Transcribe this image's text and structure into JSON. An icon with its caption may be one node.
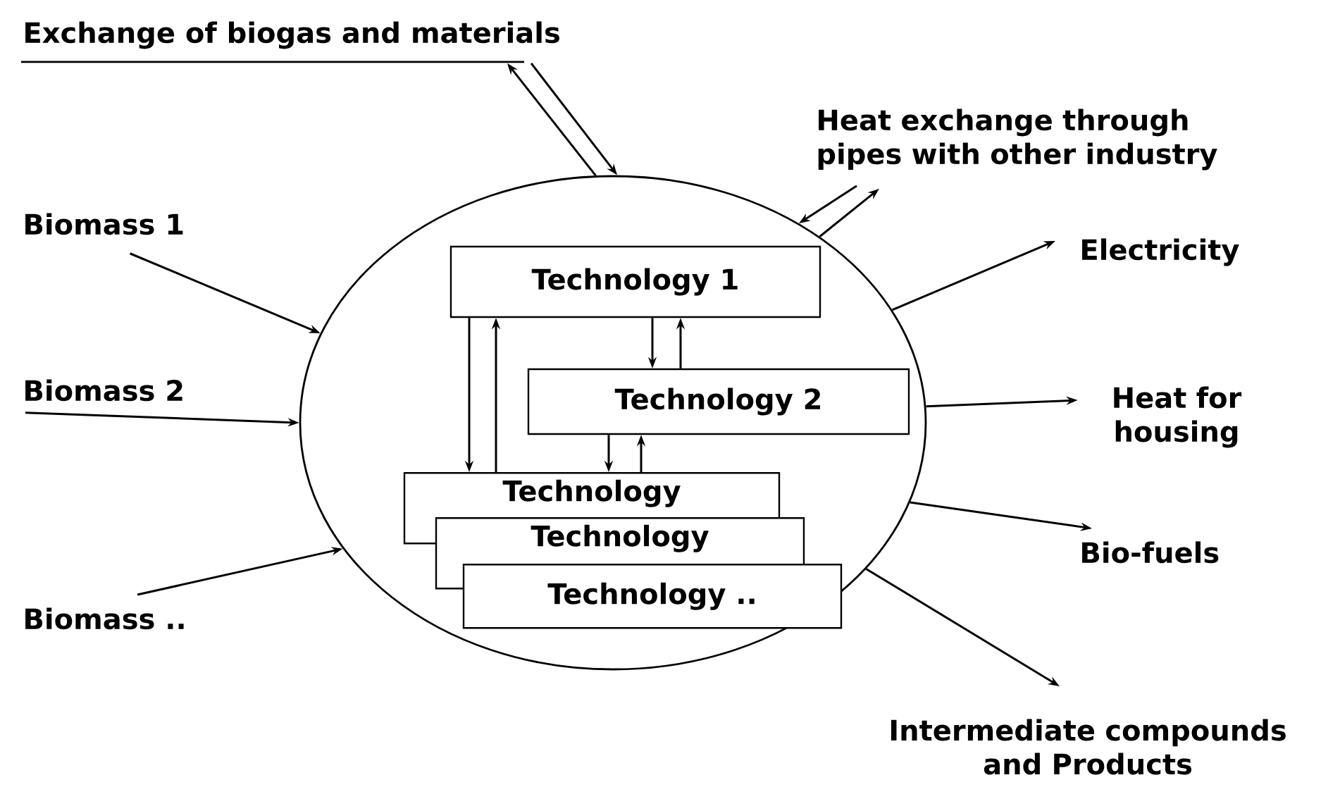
{
  "diagram": {
    "nodes": [
      {
        "text": [
          "Exchange of biogas and materials"
        ]
      },
      {
        "text": [
          "Heat exchange through pipes with other industry"
        ]
      },
      {
        "text": [
          "Biomass 1"
        ]
      },
      {
        "text": [],
        "shape": "circle"
      },
      {
        "text": [
          "Technology 1"
        ],
        "in": 3
      },
      {
        "text": [
          "Technology 2"
        ],
        "in": 3
      },
      {
        "text": [
          "Technology"
        ],
        "in": 3
      },
      {
        "text": [
          "Technology"
        ],
        "in": 3
      },
      {
        "text": [
          "Technology .."
        ],
        "in": 3
      },
      {
        "text": [
          "Electricity"
        ]
      },
      {
        "text": [
          "Biomass 2"
        ]
      },
      {
        "text": [
          "Heat for housing"
        ]
      },
      {
        "text": [
          "Bio-fuels"
        ]
      },
      {
        "text": [
          "Biomass .."
        ]
      },
      {
        "text": [
          "Intermediate compounds and Products"
        ]
      }
    ],
    "edges": [
      {
        "from": 3,
        "to": 0,
        "arrow": "to"
      },
      {
        "from": 0,
        "to": 3,
        "arrow": "to"
      },
      {
        "from": 3,
        "to": 1,
        "arrow": "to"
      },
      {
        "from": 1,
        "to": 3,
        "arrow": "to"
      },
      {
        "from": 2,
        "to": 3,
        "arrow": "to"
      },
      {
        "from": 10,
        "to": 3,
        "arrow": "to"
      },
      {
        "from": 13,
        "to": 3,
        "arrow": "to"
      },
      {
        "from": 3,
        "to": 9,
        "arrow": "to"
      },
      {
        "from": 3,
        "to": 11,
        "arrow": "to"
      },
      {
        "from": 3,
        "to": 12,
        "arrow": "to"
      },
      {
        "from": 3,
        "to": 14,
        "arrow": "to"
      },
      {
        "from": 4,
        "to": 6,
        "arrow": "to"
      },
      {
        "from": 6,
        "to": 4,
        "arrow": "to"
      },
      {
        "from": 4,
        "to": 5,
        "arrow": "to"
      },
      {
        "from": 5,
        "to": 4,
        "arrow": "to"
      },
      {
        "from": 5,
        "to": 6,
        "arrow": "to"
      },
      {
        "from": 6,
        "to": 5,
        "arrow": "to"
      }
    ]
  }
}
